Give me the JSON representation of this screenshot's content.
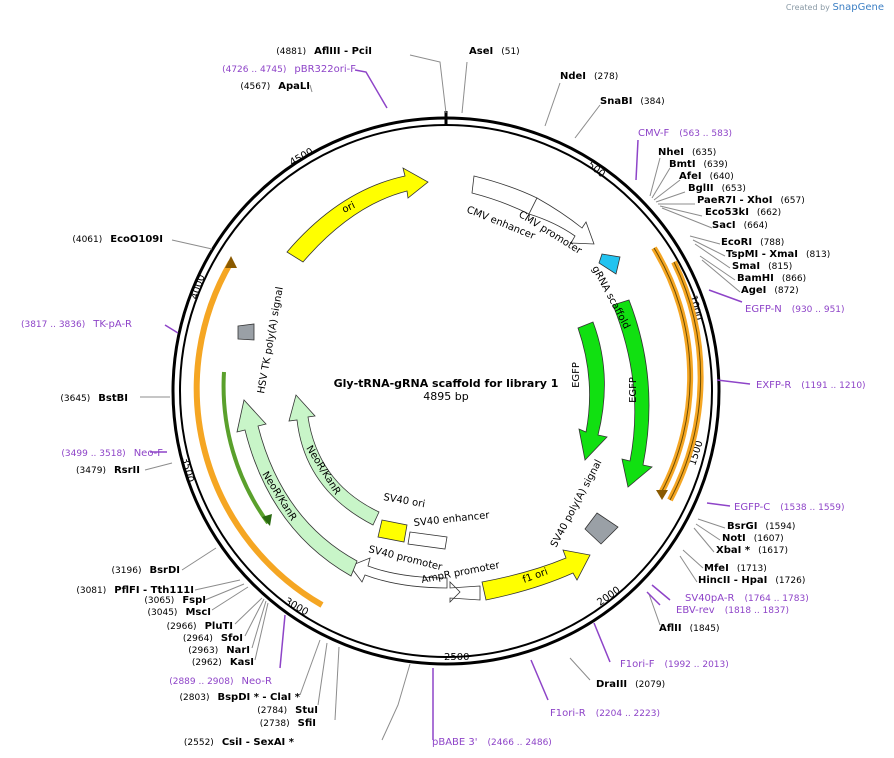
{
  "branding": {
    "created_by": "Created by",
    "product": "SnapGene"
  },
  "plasmid": {
    "name": "Gly-tRNA-gRNA scaffold for library 1",
    "length_label": "4895 bp",
    "length": 4895
  },
  "ticks": [
    "500",
    "1000",
    "1500",
    "2000",
    "2500",
    "3000",
    "3500",
    "4000",
    "4500"
  ],
  "restriction_sites": [
    {
      "pos": "(4881)",
      "name": "AflIII",
      "extra": "PciI"
    },
    {
      "pos": "(51)",
      "name": "AseI"
    },
    {
      "pos": "(278)",
      "name": "NdeI"
    },
    {
      "pos": "(384)",
      "name": "SnaBI"
    },
    {
      "pos": "(635)",
      "name": "NheI"
    },
    {
      "pos": "(639)",
      "name": "BmtI"
    },
    {
      "pos": "(640)",
      "name": "AfeI"
    },
    {
      "pos": "(653)",
      "name": "BglII"
    },
    {
      "pos": "(657)",
      "name": "PaeR7I",
      "extra": "XhoI"
    },
    {
      "pos": "(662)",
      "name": "Eco53kI"
    },
    {
      "pos": "(664)",
      "name": "SacI"
    },
    {
      "pos": "(788)",
      "name": "EcoRI"
    },
    {
      "pos": "(813)",
      "name": "TspMI",
      "extra": "XmaI"
    },
    {
      "pos": "(815)",
      "name": "SmaI"
    },
    {
      "pos": "(866)",
      "name": "BamHI"
    },
    {
      "pos": "(872)",
      "name": "AgeI"
    },
    {
      "pos": "(1594)",
      "name": "BsrGI"
    },
    {
      "pos": "(1607)",
      "name": "NotI"
    },
    {
      "pos": "(1617)",
      "name": "XbaI *"
    },
    {
      "pos": "(1713)",
      "name": "MfeI"
    },
    {
      "pos": "(1726)",
      "name": "HincII",
      "extra": "HpaI"
    },
    {
      "pos": "(1845)",
      "name": "AflII"
    },
    {
      "pos": "(2079)",
      "name": "DraIII"
    },
    {
      "pos": "(2552)",
      "name": "CsiI",
      "extra": "SexAI *"
    },
    {
      "pos": "(2738)",
      "name": "SfiI"
    },
    {
      "pos": "(2784)",
      "name": "StuI"
    },
    {
      "pos": "(2803)",
      "name": "BspDI *",
      "extra": "ClaI *"
    },
    {
      "pos": "(2962)",
      "name": "KasI"
    },
    {
      "pos": "(2963)",
      "name": "NarI"
    },
    {
      "pos": "(2964)",
      "name": "SfoI"
    },
    {
      "pos": "(2966)",
      "name": "PluTI"
    },
    {
      "pos": "(3045)",
      "name": "MscI"
    },
    {
      "pos": "(3065)",
      "name": "FspI"
    },
    {
      "pos": "(3081)",
      "name": "PflFI",
      "extra": "Tth111I"
    },
    {
      "pos": "(3196)",
      "name": "BsrDI"
    },
    {
      "pos": "(3479)",
      "name": "RsrII"
    },
    {
      "pos": "(3645)",
      "name": "BstBI"
    },
    {
      "pos": "(4061)",
      "name": "EcoO109I"
    },
    {
      "pos": "(4567)",
      "name": "ApaLI"
    }
  ],
  "primers": [
    {
      "name": "pBR322ori-F",
      "range": "(4726 .. 4745)"
    },
    {
      "name": "CMV-F",
      "range": "(563 .. 583)"
    },
    {
      "name": "EGFP-N",
      "range": "(930 .. 951)"
    },
    {
      "name": "EXFP-R",
      "range": "(1191 .. 1210)"
    },
    {
      "name": "EGFP-C",
      "range": "(1538 .. 1559)"
    },
    {
      "name": "SV40pA-R",
      "range": "(1764 .. 1783)"
    },
    {
      "name": "EBV-rev",
      "range": "(1818 .. 1837)"
    },
    {
      "name": "F1ori-F",
      "range": "(1992 .. 2013)"
    },
    {
      "name": "F1ori-R",
      "range": "(2204 .. 2223)"
    },
    {
      "name": "pBABE 3'",
      "range": "(2466 .. 2486)"
    },
    {
      "name": "Neo-R",
      "range": "(2889 .. 2908)"
    },
    {
      "name": "Neo-F",
      "range": "(3499 .. 3518)"
    },
    {
      "name": "TK-pA-R",
      "range": "(3817 .. 3836)"
    }
  ],
  "features": [
    {
      "label": "CMV enhancer"
    },
    {
      "label": "CMV promoter"
    },
    {
      "label": "gRNA scaffold"
    },
    {
      "label": "EGFP"
    },
    {
      "label": "EGFP"
    },
    {
      "label": "SV40 poly(A) signal"
    },
    {
      "label": "f1 ori"
    },
    {
      "label": "AmpR promoter"
    },
    {
      "label": "SV40 promoter"
    },
    {
      "label": "SV40 enhancer"
    },
    {
      "label": "SV40 ori"
    },
    {
      "label": "NeoR/KanR"
    },
    {
      "label": "NeoR/KanR"
    },
    {
      "label": "HSV TK poly(A) signal"
    },
    {
      "label": "ori"
    }
  ],
  "colors": {
    "primer": "#8e44c8",
    "ori": "#ffff00",
    "egfp": "#11e011",
    "neo": "#c8f5c8",
    "cds_orange": "#f5a623",
    "grna": "#22c3f0",
    "polyA": "#9aa0a6"
  }
}
